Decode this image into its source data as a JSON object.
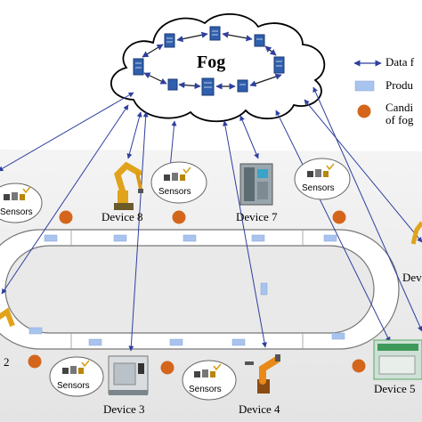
{
  "fog": {
    "label": "Fog"
  },
  "legend": {
    "data_flow": "Data f",
    "product": "Produ",
    "candidate_line1": "Candi",
    "candidate_line2": "of fog"
  },
  "devices": {
    "d2": "2",
    "d3": "Device 3",
    "d4": "Device 4",
    "d5": "Device 5",
    "d6": "Dev",
    "d7": "Device 7",
    "d8": "Device 8"
  },
  "sensors": {
    "label": "Sensors"
  },
  "colors": {
    "arrow": "#2e3f9e",
    "product": "#a8c4ee",
    "candidate": "#d4661c",
    "floor": "#e9e9e9",
    "conveyor": "#ffffff"
  }
}
